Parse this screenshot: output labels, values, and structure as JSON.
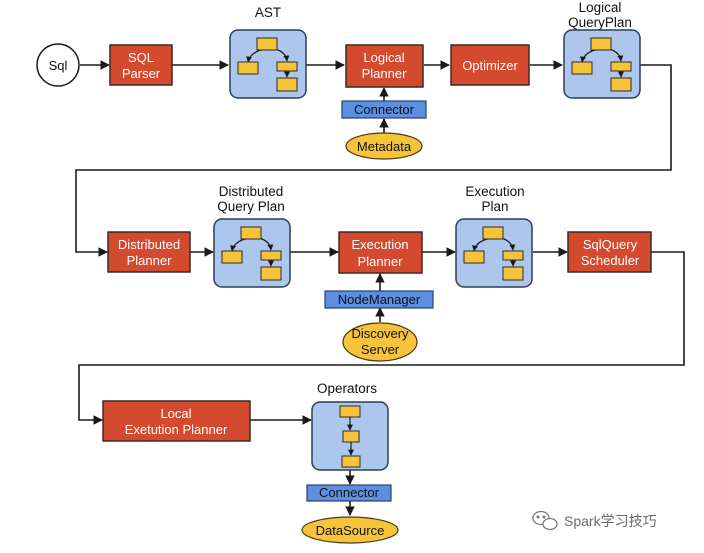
{
  "nodes": {
    "sql": "Sql",
    "sql_parser": [
      "SQL",
      "Parser"
    ],
    "ast": "AST",
    "logical_planner": [
      "Logical",
      "Planner"
    ],
    "optimizer": "Optimizer",
    "logical_query_plan": [
      "Logical",
      "QueryPlan"
    ],
    "connector_1": "Connector",
    "metadata": "Metadata",
    "distributed_planner": [
      "Distributed",
      "Planner"
    ],
    "distributed_query_plan": [
      "Distributed",
      "Query Plan"
    ],
    "execution_planner": [
      "Execution",
      "Planner"
    ],
    "execution_plan": [
      "Execution",
      "Plan"
    ],
    "sqlquery_scheduler": [
      "SqlQuery",
      "Scheduler"
    ],
    "node_manager": "NodeManager",
    "discovery_server": [
      "Discovery",
      "Server"
    ],
    "local_execution_planner": [
      "Local",
      "Exetution Planner"
    ],
    "operators": "Operators",
    "connector_2": "Connector",
    "datasource": "DataSource"
  },
  "watermark": "Spark学习技巧",
  "colors": {
    "process": "#d34a2e",
    "plan": "#adc6ee",
    "connector": "#5b8fe0",
    "source": "#f5c43a",
    "plan_node": "#f5c43a"
  }
}
